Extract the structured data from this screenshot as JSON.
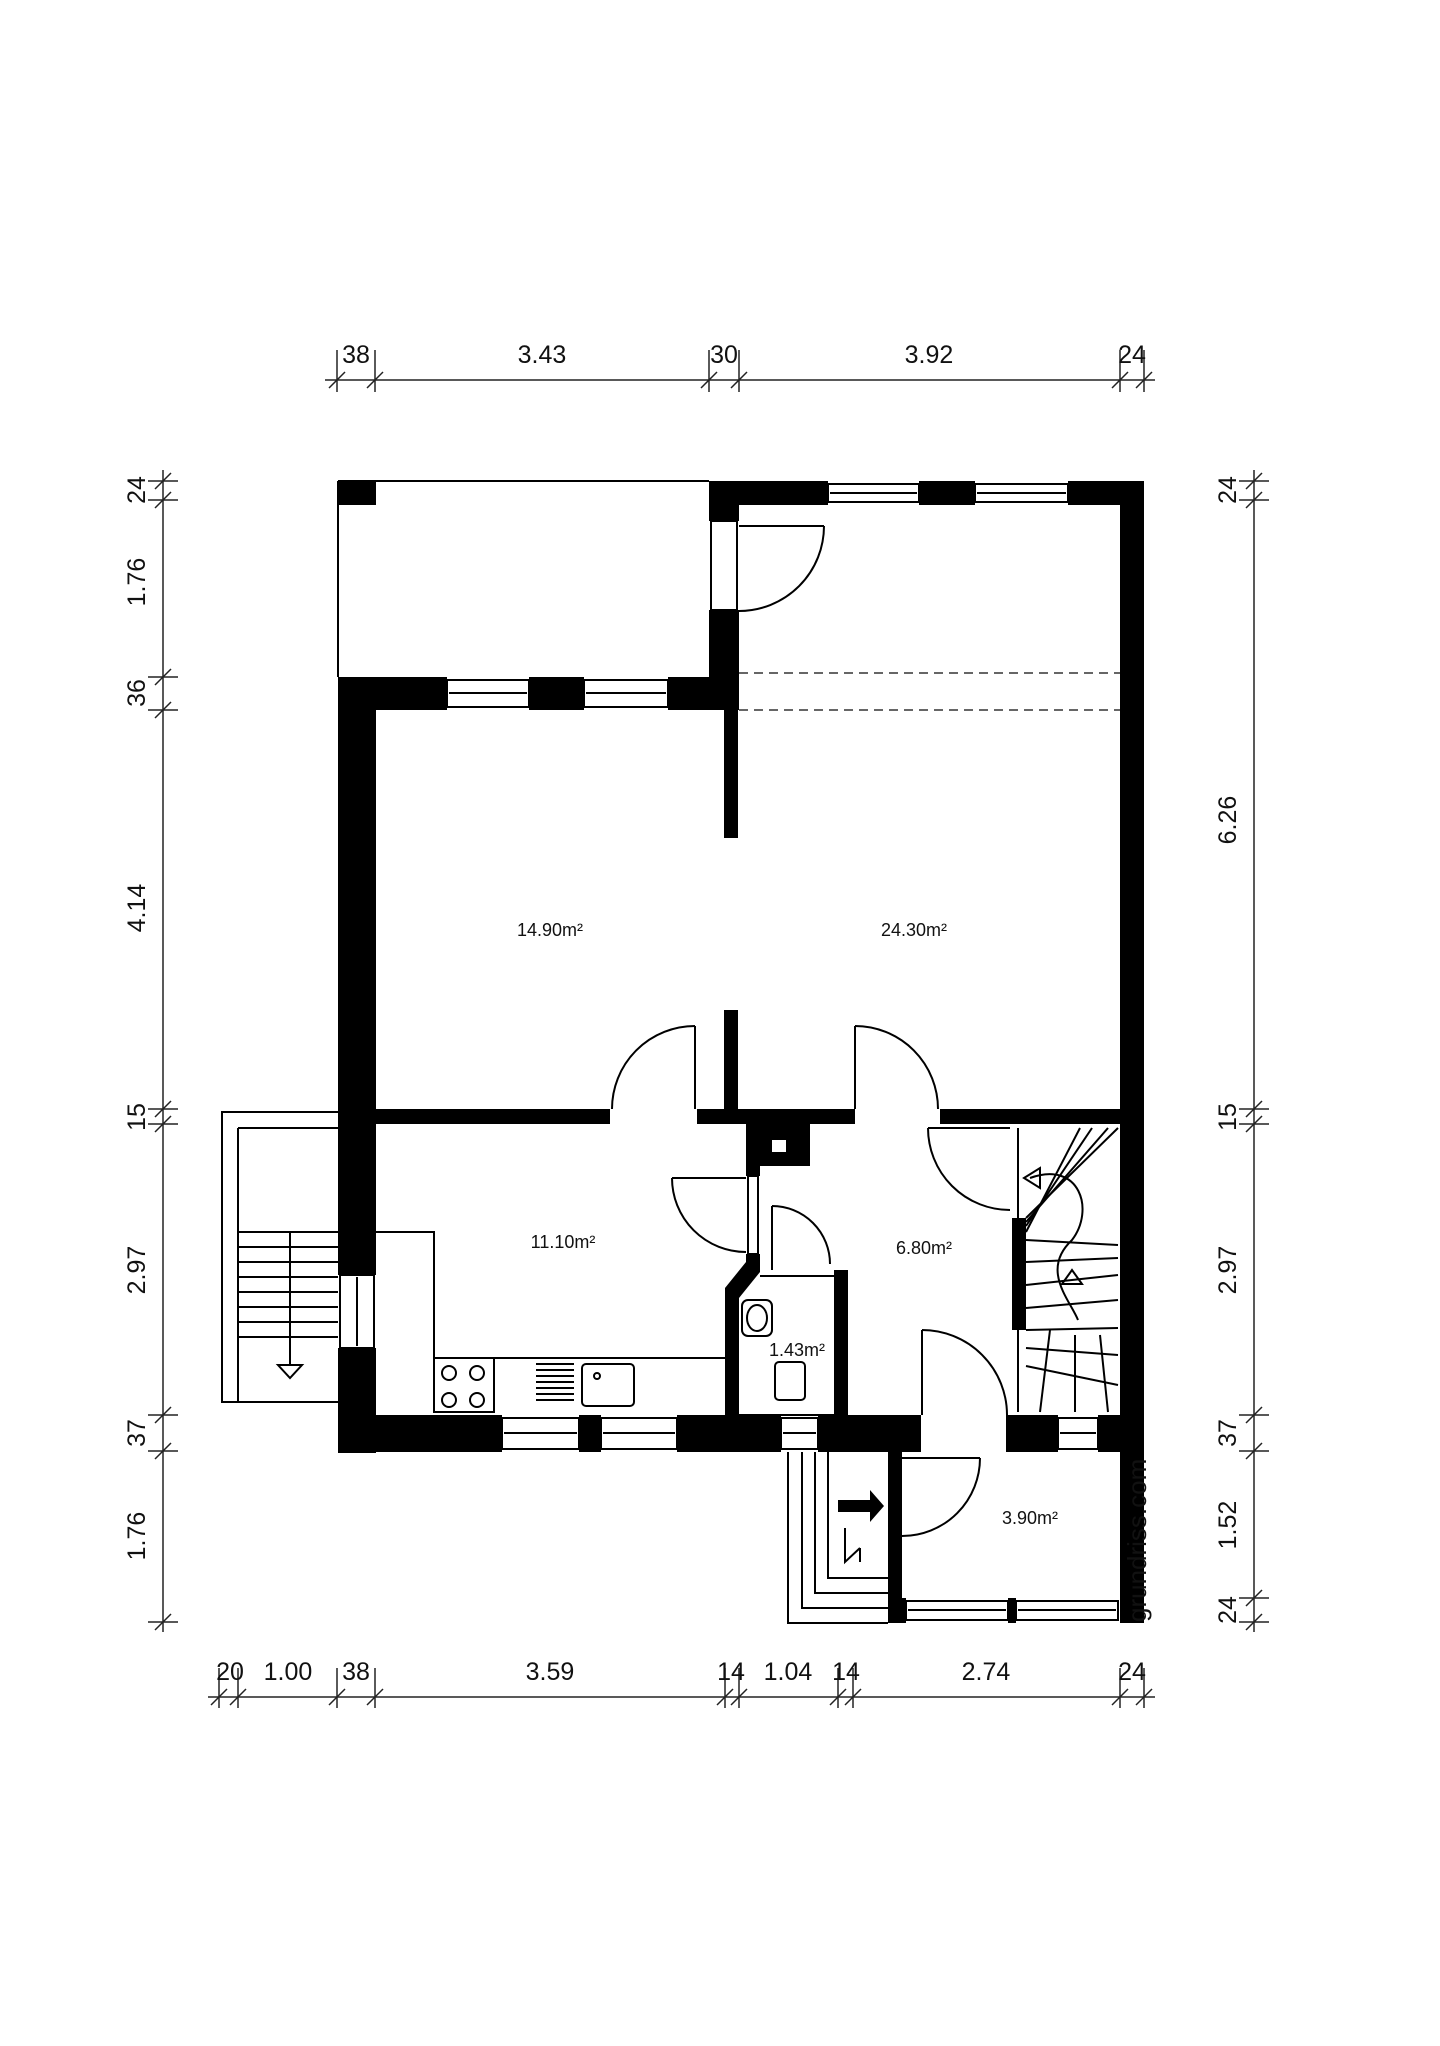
{
  "dimensions": {
    "top": [
      "38",
      "3.43",
      "30",
      "3.92",
      "24"
    ],
    "bottom": [
      "20",
      "1.00",
      "38",
      "3.59",
      "14",
      "1.04",
      "14",
      "2.74",
      "24"
    ],
    "left": [
      "24",
      "1.76",
      "36",
      "4.14",
      "15",
      "2.97",
      "37",
      "1.76"
    ],
    "right": [
      "24",
      "6.26",
      "15",
      "2.97",
      "37",
      "1.52",
      "24"
    ]
  },
  "rooms": {
    "room_a": "14.90m²",
    "room_b": "24.30m²",
    "kitchen": "11.10m²",
    "hall": "6.80m²",
    "wc": "1.43m²",
    "entry": "3.90m²"
  },
  "watermark": "grundriss.com"
}
